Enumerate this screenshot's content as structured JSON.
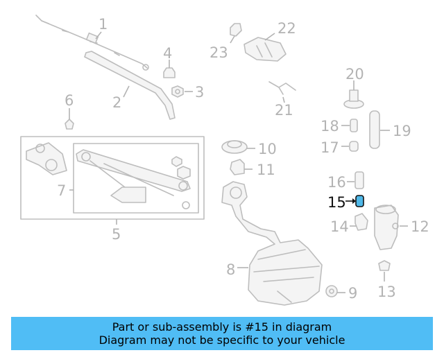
{
  "diagram": {
    "labels": {
      "p1": "1",
      "p2": "2",
      "p3": "3",
      "p4": "4",
      "p5": "5",
      "p6": "6",
      "p7": "7",
      "p8": "8",
      "p9": "9",
      "p10": "10",
      "p11": "11",
      "p12": "12",
      "p13": "13",
      "p14": "14",
      "p15": "15",
      "p16": "16",
      "p17": "17",
      "p18": "18",
      "p19": "19",
      "p20": "20",
      "p21": "21",
      "p22": "22",
      "p23": "23"
    },
    "highlight_part": "15",
    "highlight_color": "#4fb8e8"
  },
  "banner": {
    "line1": "Part or sub-assembly is #15 in diagram",
    "line2": "Diagram may not be specific to your vehicle",
    "color": "#50bdf5"
  }
}
